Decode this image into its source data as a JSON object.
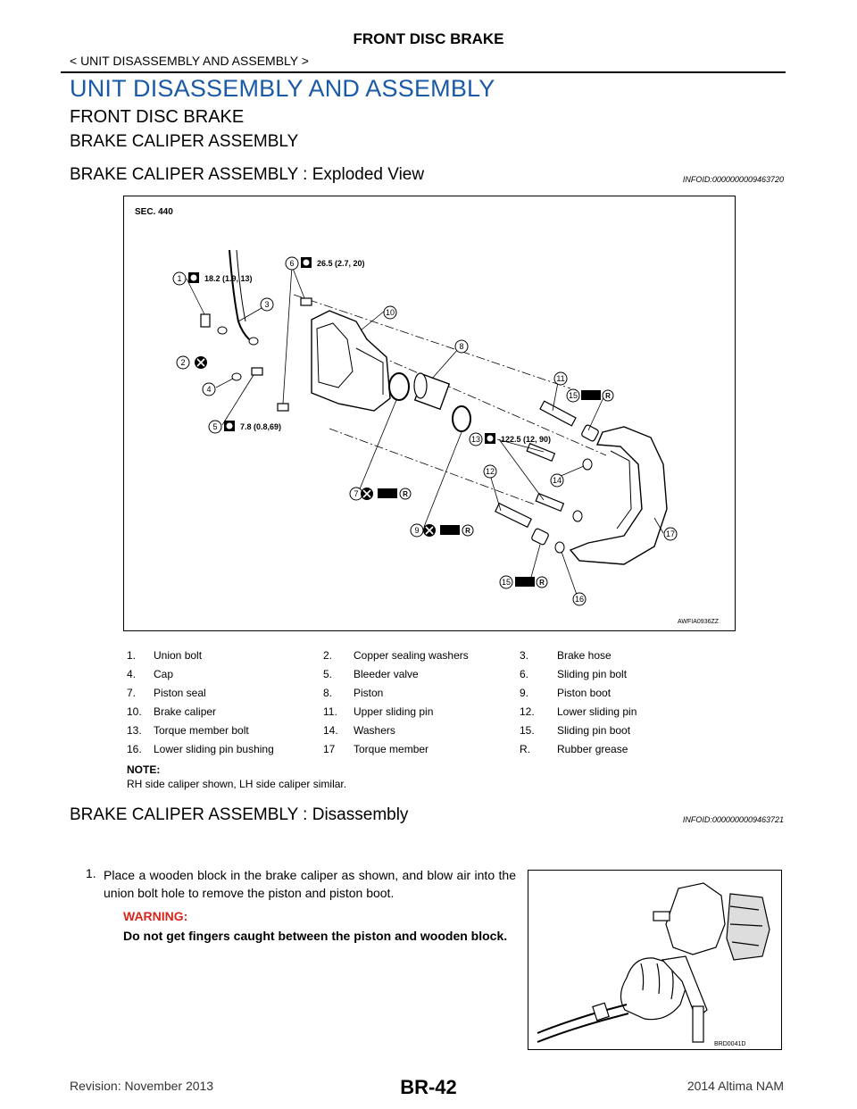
{
  "header": {
    "title": "FRONT DISC BRAKE",
    "subtitle": "< UNIT DISASSEMBLY AND ASSEMBLY >"
  },
  "section_title": "UNIT DISASSEMBLY AND ASSEMBLY",
  "subsection_title": "FRONT DISC BRAKE",
  "component_title": "BRAKE CALIPER ASSEMBLY",
  "exploded_view": {
    "heading": "BRAKE CALIPER ASSEMBLY : Exploded View",
    "info_id": "INFOID:0000000009463720",
    "figure": {
      "sec_label": "SEC. 440",
      "code": "AWFIA0936ZZ",
      "callouts": [
        "1",
        "2",
        "3",
        "4",
        "5",
        "6",
        "7",
        "8",
        "9",
        "10",
        "11",
        "12",
        "13",
        "14",
        "15",
        "15",
        "16",
        "17"
      ],
      "torques": {
        "t1": "18.2 (1.9, 13)",
        "t5": "7.8 (0.8,69)",
        "t6": "26.5 (2.7, 20)",
        "t13": "122.5 (12, 90)"
      },
      "grease_mark": "R"
    },
    "legend": [
      [
        {
          "num": "1.",
          "label": "Union bolt"
        },
        {
          "num": "2.",
          "label": "Copper sealing washers"
        },
        {
          "num": "3.",
          "label": "Brake hose"
        }
      ],
      [
        {
          "num": "4.",
          "label": "Cap"
        },
        {
          "num": "5.",
          "label": "Bleeder valve"
        },
        {
          "num": "6.",
          "label": "Sliding pin bolt"
        }
      ],
      [
        {
          "num": "7.",
          "label": "Piston seal"
        },
        {
          "num": "8.",
          "label": "Piston"
        },
        {
          "num": "9.",
          "label": "Piston boot"
        }
      ],
      [
        {
          "num": "10.",
          "label": "Brake caliper"
        },
        {
          "num": "11.",
          "label": "Upper sliding pin"
        },
        {
          "num": "12.",
          "label": "Lower sliding pin"
        }
      ],
      [
        {
          "num": "13.",
          "label": "Torque member bolt"
        },
        {
          "num": "14.",
          "label": "Washers"
        },
        {
          "num": "15.",
          "label": "Sliding pin boot"
        }
      ],
      [
        {
          "num": "16.",
          "label": "Lower sliding pin bushing"
        },
        {
          "num": "17",
          "label": "Torque member"
        },
        {
          "num": "R.",
          "label": "Rubber grease"
        }
      ]
    ],
    "note_label": "NOTE:",
    "note_text": "RH side caliper shown, LH side caliper similar."
  },
  "disassembly": {
    "heading": "BRAKE CALIPER ASSEMBLY : Disassembly",
    "info_id": "INFOID:0000000009463721",
    "step_num": "1.",
    "step_text": "Place a wooden block in the brake caliper as shown, and blow air into the union bolt hole to remove the piston and piston boot.",
    "warning_label": "WARNING:",
    "warning_text": "Do not get fingers caught between the piston and wooden block.",
    "figure_code": "BRD0041D"
  },
  "footer": {
    "revision": "Revision: November 2013",
    "page": "BR-42",
    "model": "2014 Altima NAM"
  }
}
